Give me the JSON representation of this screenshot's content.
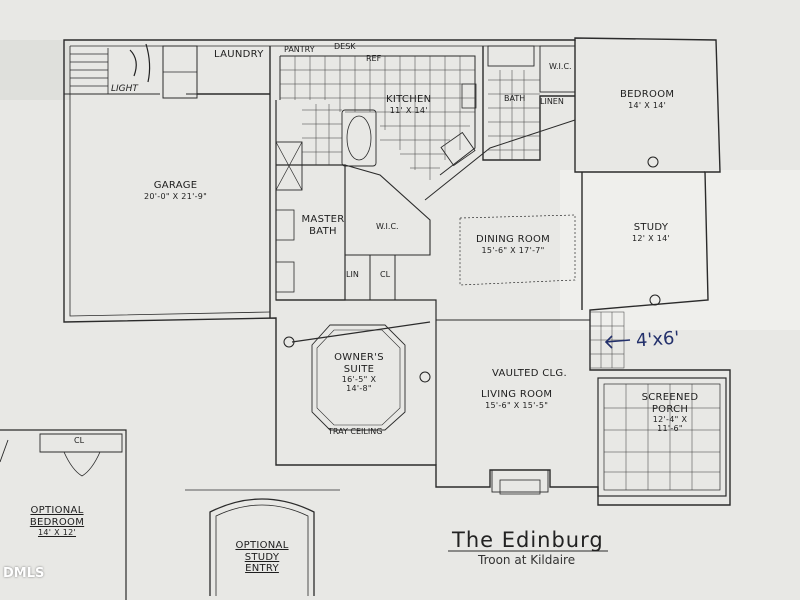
{
  "plan": {
    "title": "The Edinburg",
    "subtitle": "Troon at Kildaire",
    "watermark": "DMLS",
    "annotation": "4'x6'",
    "light_label": "LIGHT"
  },
  "rooms": {
    "laundry": {
      "name": "LAUNDRY"
    },
    "pantry": {
      "name": "PANTRY"
    },
    "desk": {
      "name": "DESK"
    },
    "ref": {
      "name": "REF"
    },
    "kitchen": {
      "name": "KITCHEN",
      "dims": "11' X 14'"
    },
    "bath": {
      "name": "BATH"
    },
    "wic_top": {
      "name": "W.I.C."
    },
    "linen": {
      "name": "LINEN"
    },
    "bedroom": {
      "name": "BEDROOM",
      "dims": "14' X 14'"
    },
    "garage": {
      "name": "GARAGE",
      "dims": "20'-0\" X 21'-9\""
    },
    "master_bath": {
      "name": "MASTER BATH"
    },
    "wic_master": {
      "name": "W.I.C."
    },
    "dining": {
      "name": "DINING ROOM",
      "dims": "15'-6\" X 17'-7\""
    },
    "study": {
      "name": "STUDY",
      "dims": "12' X 14'"
    },
    "lin": {
      "name": "LIN"
    },
    "cl": {
      "name": "CL"
    },
    "owners_suite": {
      "name": "OWNER'S SUITE",
      "dims": "16'-5\" X 14'-8\""
    },
    "tray_ceiling": {
      "name": "TRAY CEILING"
    },
    "vaulted": {
      "name": "VAULTED CLG."
    },
    "living": {
      "name": "LIVING ROOM",
      "dims": "15'-6\" X 15'-5\""
    },
    "screened_porch": {
      "name": "SCREENED PORCH",
      "dims": "12'-4\" X 11'-6\""
    },
    "optional_bedroom": {
      "name": "OPTIONAL BEDROOM",
      "dims": "14' X 12'"
    },
    "cl_optional": {
      "name": "CL"
    },
    "optional_study": {
      "name": "OPTIONAL STUDY ENTRY"
    }
  }
}
